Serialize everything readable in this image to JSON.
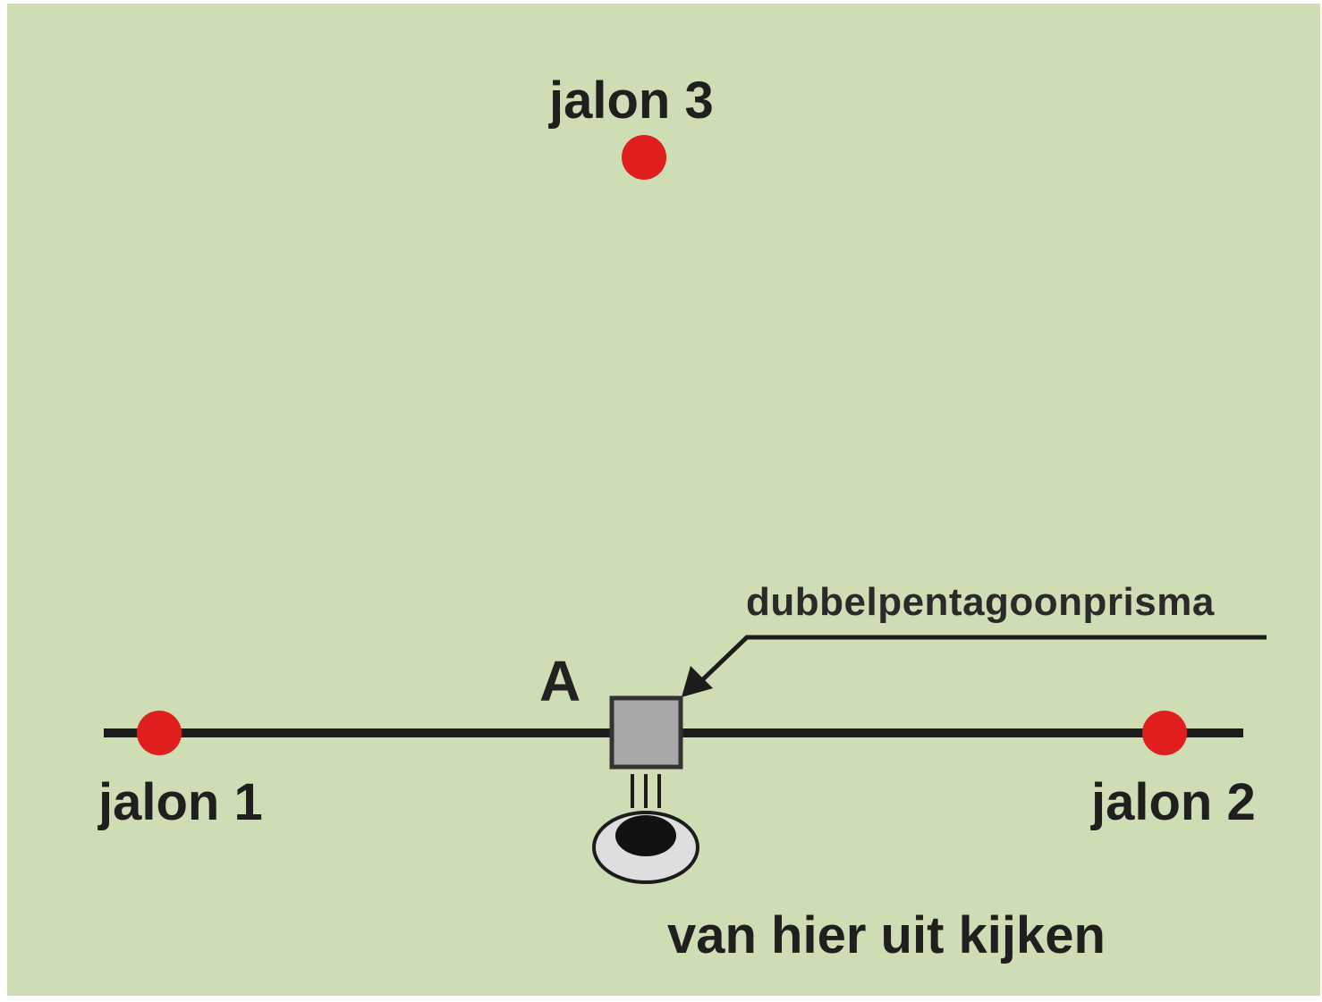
{
  "diagram": {
    "labels": {
      "jalon_3": "jalon 3",
      "jalon_1": "jalon 1",
      "jalon_2": "jalon 2",
      "point_a": "A",
      "prism": "dubbelpentagoonprisma",
      "eye_caption": "van hier uit kijken"
    },
    "colors": {
      "background": "#cfddb4",
      "marker": "#e01e1e",
      "line": "#1c1c1c",
      "prism_fill": "#a8a8a8",
      "prism_stroke": "#333333"
    }
  }
}
